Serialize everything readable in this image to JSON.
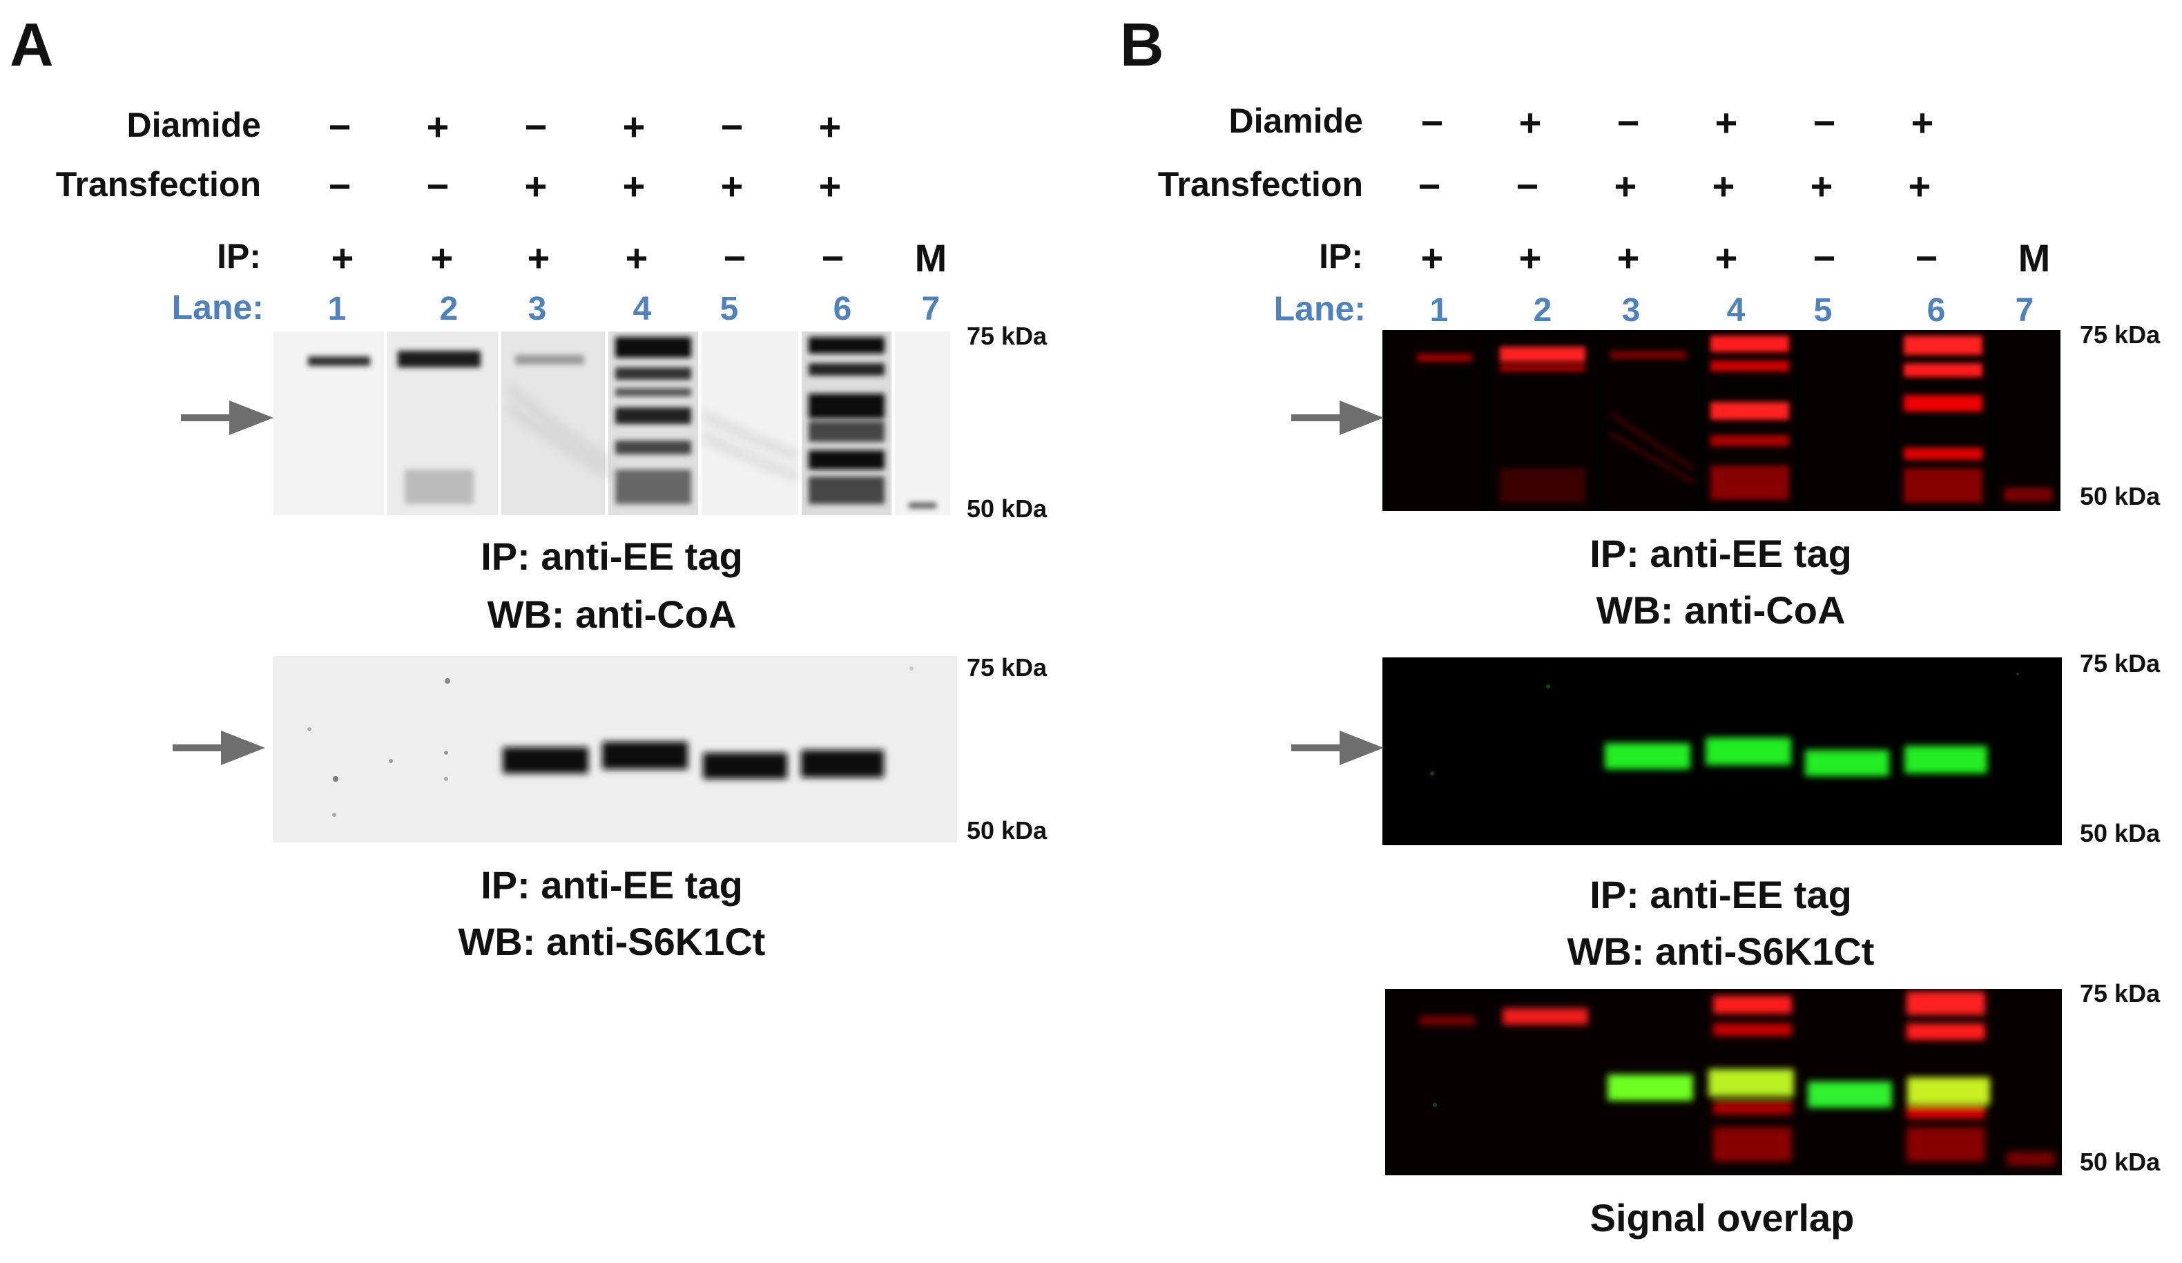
{
  "panels": {
    "A": {
      "letter": "A",
      "diamide_label": "Diamide",
      "transfection_label": "Transfection",
      "ip_label": "IP:",
      "lane_label": "Lane:",
      "diamide": [
        "−",
        "+",
        "−",
        "+",
        "−",
        "+"
      ],
      "transfection": [
        "−",
        "−",
        "+",
        "+",
        "+",
        "+"
      ],
      "ip": [
        "+",
        "+",
        "+",
        "+",
        "−",
        "−",
        "M"
      ],
      "lanes": [
        "1",
        "2",
        "3",
        "4",
        "5",
        "6",
        "7"
      ],
      "blot1": {
        "mw_top": "75 kDa",
        "mw_bottom": "50 kDa",
        "caption_1": "IP: anti-EE tag",
        "caption_2": "WB: anti-CoA"
      },
      "blot2": {
        "mw_top": "75 kDa",
        "mw_bottom": "50 kDa",
        "caption_1": "IP: anti-EE tag",
        "caption_2": "WB: anti-S6K1Ct"
      }
    },
    "B": {
      "letter": "B",
      "diamide_label": "Diamide",
      "transfection_label": "Transfection",
      "ip_label": "IP:",
      "lane_label": "Lane:",
      "diamide": [
        "−",
        "+",
        "−",
        "+",
        "−",
        "+"
      ],
      "transfection": [
        "−",
        "−",
        "+",
        "+",
        "+",
        "+"
      ],
      "ip": [
        "+",
        "+",
        "+",
        "+",
        "−",
        "−",
        "M"
      ],
      "lanes": [
        "1",
        "2",
        "3",
        "4",
        "5",
        "6",
        "7"
      ],
      "blot1": {
        "mw_top": "75 kDa",
        "mw_bottom": "50 kDa",
        "caption_1": "IP: anti-EE tag",
        "caption_2": "WB: anti-CoA"
      },
      "blot2": {
        "mw_top": "75 kDa",
        "mw_bottom": "50 kDa",
        "caption_1": "IP: anti-EE tag",
        "caption_2": "WB: anti-S6K1Ct"
      },
      "blot3": {
        "mw_top": "75 kDa",
        "mw_bottom": "50 kDa",
        "caption_1": "Signal overlap"
      }
    }
  },
  "colors": {
    "text": "#111111",
    "lane_blue": "#4f81bd",
    "arrow": "#6e6e6e",
    "coa_signal": "#ff1a1a",
    "s6k1_signal": "#22ee22",
    "overlap_signal": "#c8f020"
  }
}
